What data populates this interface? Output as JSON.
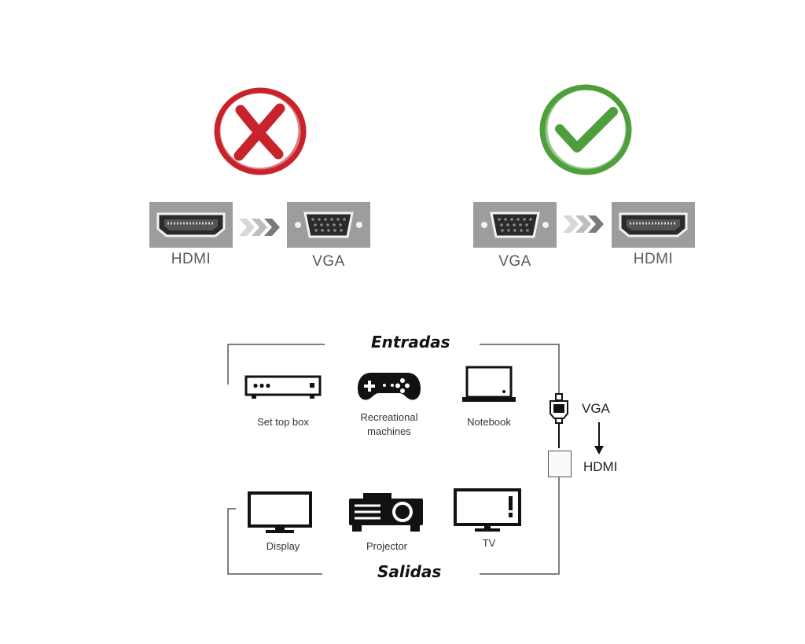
{
  "incorrect": {
    "icon": "cross-icon",
    "color": "#c8232b",
    "from_label": "HDMI",
    "to_label": "VGA"
  },
  "correct": {
    "icon": "check-icon",
    "color": "#4f9e3c",
    "from_label": "VGA",
    "to_label": "HDMI"
  },
  "inputs": {
    "heading": "Entradas",
    "devices": [
      {
        "icon": "set-top-box-icon",
        "label": "Set top box"
      },
      {
        "icon": "gamepad-icon",
        "label_line1": "Recreational",
        "label_line2": "machines"
      },
      {
        "icon": "laptop-icon",
        "label": "Notebook"
      }
    ]
  },
  "outputs": {
    "heading": "Salidas",
    "devices": [
      {
        "icon": "monitor-icon",
        "label": "Display"
      },
      {
        "icon": "projector-icon",
        "label": "Projector"
      },
      {
        "icon": "tv-icon",
        "label": "TV"
      }
    ]
  },
  "converter": {
    "from_label": "VGA",
    "to_label": "HDMI"
  }
}
